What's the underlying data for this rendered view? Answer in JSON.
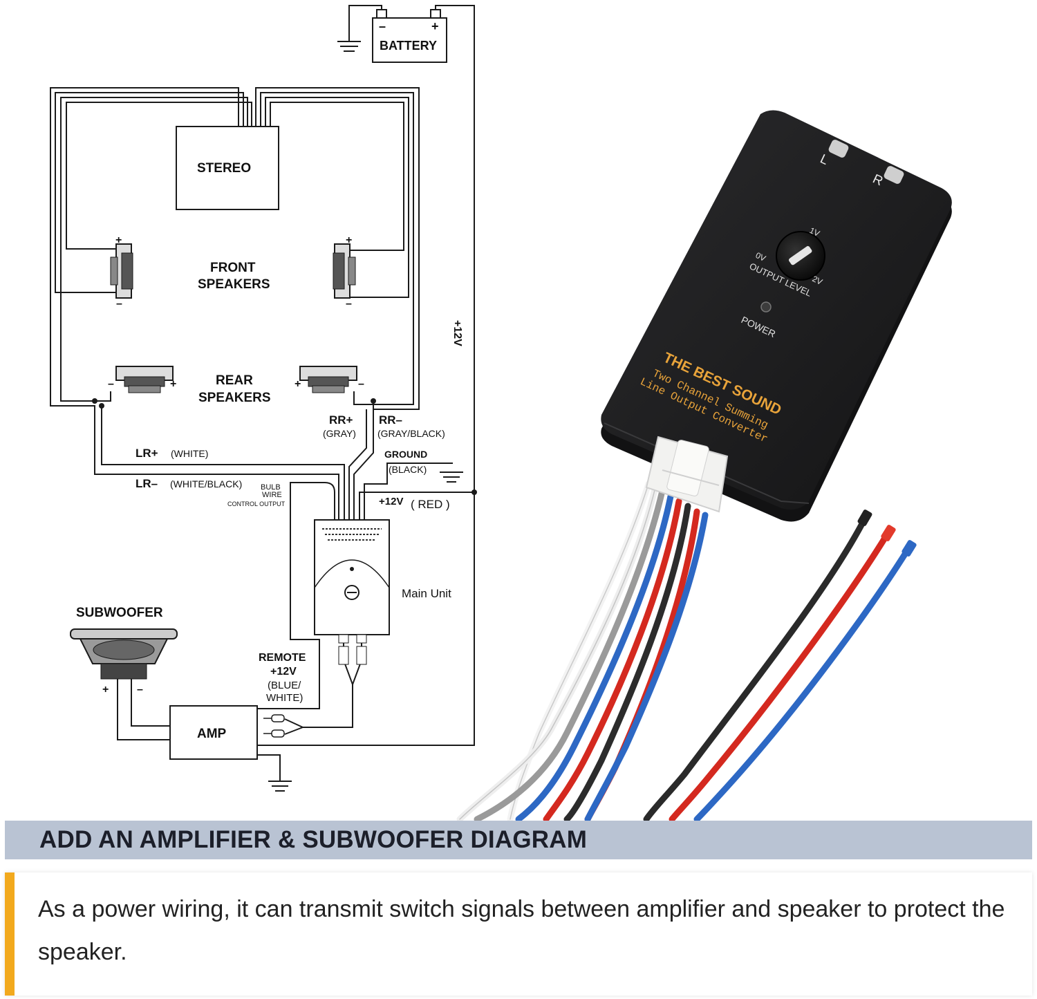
{
  "diagram": {
    "battery": {
      "label": "BATTERY",
      "neg": "–",
      "pos": "+"
    },
    "stereo": "STEREO",
    "front_speakers": {
      "line1": "FRONT",
      "line2": "SPEAKERS"
    },
    "rear_speakers": {
      "line1": "REAR",
      "line2": "SPEAKERS"
    },
    "plus": "+",
    "minus": "–",
    "v12_side": "+12V",
    "rr_plus": {
      "label": "RR+",
      "color": "(GRAY)"
    },
    "rr_minus": {
      "label": "RR–",
      "color": "(GRAY/BLACK)"
    },
    "lr_plus": {
      "label": "LR+",
      "color": "(WHITE)"
    },
    "lr_minus": {
      "label": "LR–",
      "color": "(WHITE/BLACK)"
    },
    "ground": {
      "label": "GROUND",
      "color": "(BLACK)"
    },
    "bulb": {
      "line1": "BULB",
      "line2": "WIRE",
      "line3": "CONTROL OUTPUT"
    },
    "v12_red": {
      "label": "+12V",
      "color": "( RED   )"
    },
    "main_unit": "Main Unit",
    "subwoofer": "SUBWOOFER",
    "remote": {
      "line1": "REMOTE",
      "line2": "+12V",
      "line3": "(BLUE/",
      "line4": "WHITE)"
    },
    "amp": "AMP"
  },
  "device": {
    "left_jack": "L",
    "right_jack": "R",
    "knob": {
      "min": "0V",
      "mid": "1V",
      "max": "2V",
      "label": "OUTPUT LEVEL"
    },
    "power": "POWER",
    "brand": "THE BEST SOUND",
    "line1": "Two Channel Summing",
    "line2": "Line Output Converter"
  },
  "banner": {
    "title": "ADD AN AMPLIFIER & SUBWOOFER DIAGRAM"
  },
  "description": {
    "text": "As a power wiring, it can transmit switch signals between amplifier and speaker to protect the speaker."
  },
  "colors": {
    "banner_bg": "#b9c3d3",
    "accent": "#f2a91d",
    "device_body": "#1d1d1e",
    "device_text": "#e8a33a"
  }
}
